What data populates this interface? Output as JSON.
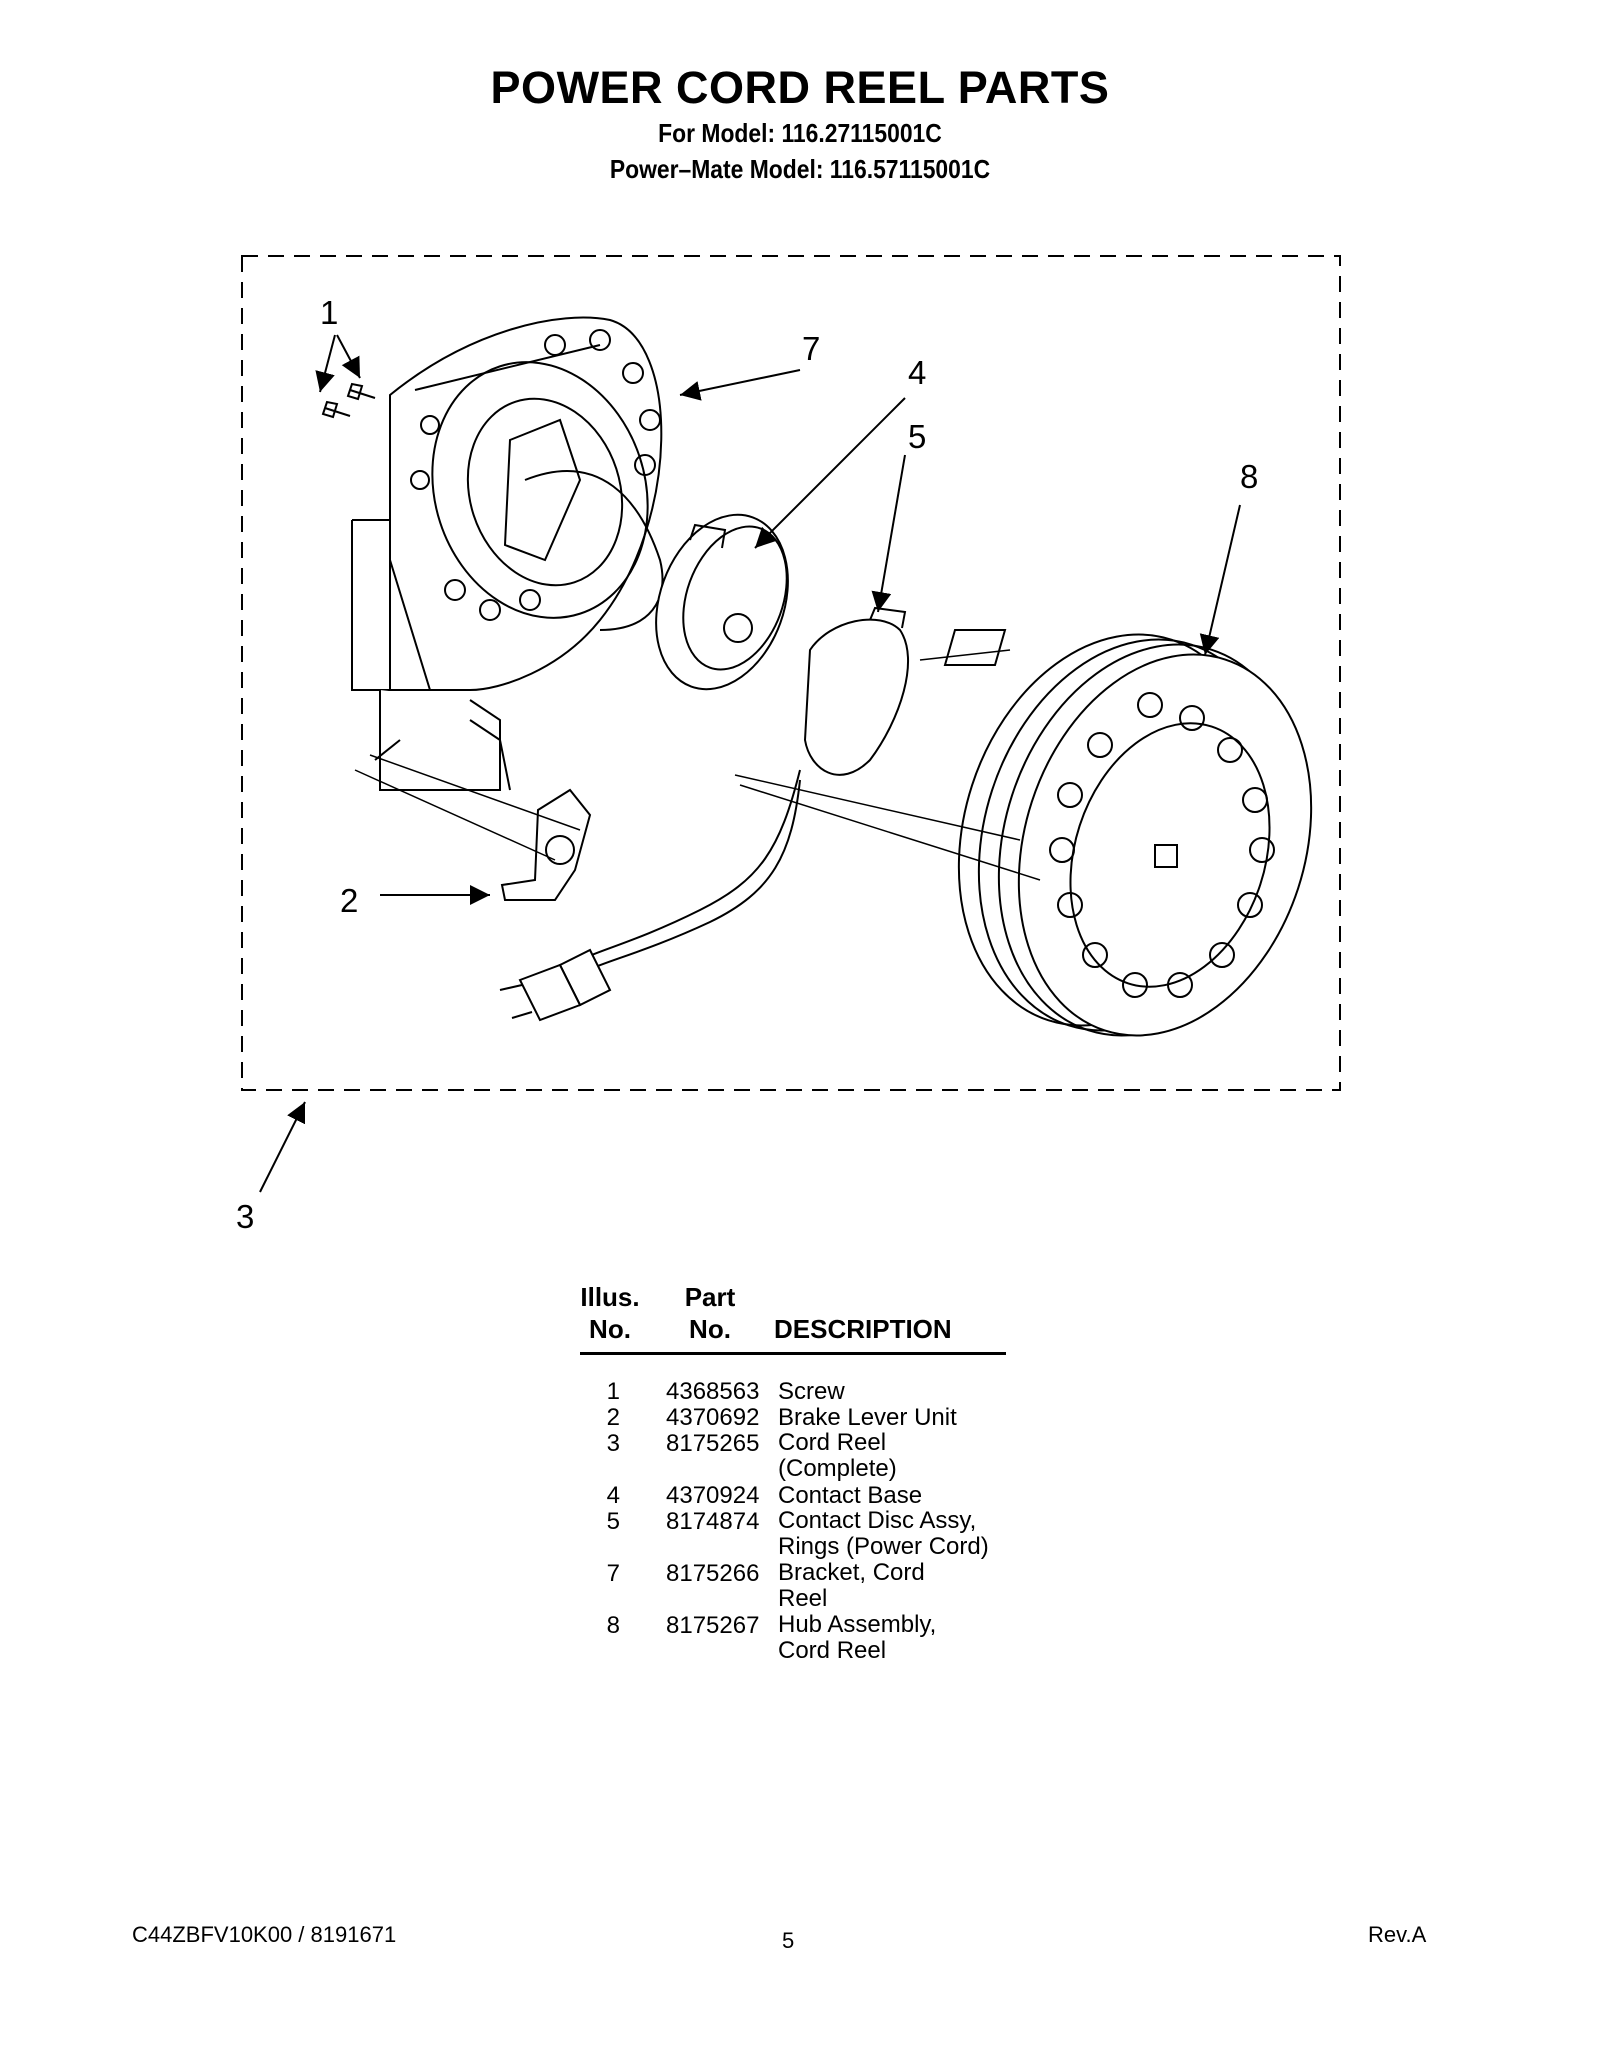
{
  "header": {
    "title": "POWER CORD REEL PARTS",
    "model_line": "For Model: 116.27115001C",
    "power_mate_line": "Power–Mate Model: 116.57115001C"
  },
  "diagram": {
    "callouts": [
      "1",
      "2",
      "3",
      "4",
      "5",
      "7",
      "8"
    ]
  },
  "parts_table": {
    "headers": {
      "illus_top": "Illus.",
      "illus_bottom": "No.",
      "part_top": "Part",
      "part_bottom": "No.",
      "description": "DESCRIPTION"
    },
    "rows": [
      {
        "illus": "1",
        "part": "4368563",
        "description": "Screw"
      },
      {
        "illus": "2",
        "part": "4370692",
        "description": "Brake Lever Unit"
      },
      {
        "illus": "3",
        "part": "8175265",
        "description": "Cord Reel\n(Complete)"
      },
      {
        "illus": "4",
        "part": "4370924",
        "description": "Contact Base"
      },
      {
        "illus": "5",
        "part": "8174874",
        "description": "Contact Disc Assy,\nRings (Power Cord)"
      },
      {
        "illus": "7",
        "part": "8175266",
        "description": "Bracket, Cord\nReel"
      },
      {
        "illus": "8",
        "part": "8175267",
        "description": "Hub Assembly,\nCord Reel"
      }
    ]
  },
  "footer": {
    "doc_number": "C44ZBFV10K00 / 8191671",
    "page_number": "5",
    "revision": "Rev.A"
  }
}
